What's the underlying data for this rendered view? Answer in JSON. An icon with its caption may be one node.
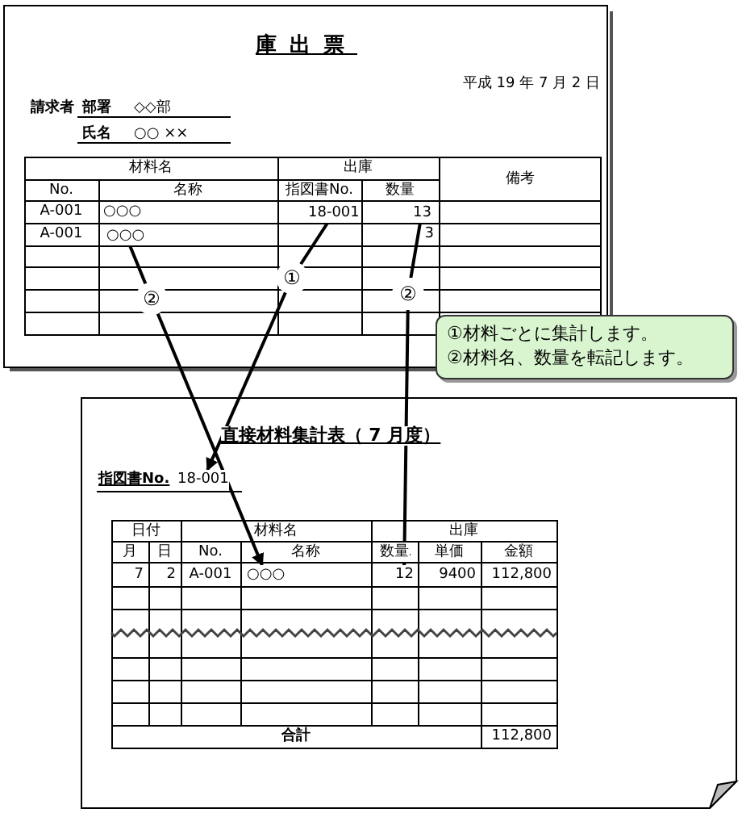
{
  "diagram": {
    "nodes": [
      {
        "text": [
          "○○○"
        ]
      },
      {
        "text": [
          "18-001"
        ]
      },
      {
        "text": [
          "13"
        ]
      },
      {
        "text": [
          "②"
        ]
      },
      {
        "text": [
          "①"
        ]
      },
      {
        "text": [
          "②"
        ]
      },
      {
        "text": [
          "①材料ごとに集計します。",
          "②材料名、数量を転記します。"
        ]
      },
      {
        "text": [
          "18-001"
        ]
      },
      {
        "text": [
          "○○○"
        ]
      },
      {
        "text": [
          "12"
        ]
      }
    ],
    "edges": [
      {
        "from": 0,
        "to": 3,
        "arrow": "none"
      },
      {
        "from": 1,
        "to": 4,
        "arrow": "none"
      },
      {
        "from": 2,
        "to": 5,
        "arrow": "none"
      },
      {
        "from": 3,
        "to": 8,
        "arrow": "to"
      },
      {
        "from": 4,
        "to": 7,
        "arrow": "to"
      },
      {
        "from": 5,
        "to": 9,
        "arrow": "to"
      }
    ],
    "labels": [
      "庫出票",
      "平成 19 年 7 月 2 日",
      "請求者",
      "部署",
      "◇◇部",
      "氏名",
      "○○ ××",
      "材料名",
      "出庫",
      "備考",
      "No.",
      "名称",
      "指図書No.",
      "数量",
      "A-001",
      "○○○",
      "A-001",
      "3",
      "直接材料集計表（ 7 月度）",
      "指図書No.",
      "日付",
      "材料名",
      "出庫",
      "月",
      "日",
      "No.",
      "名称",
      "数量",
      "単価",
      "金額",
      "7",
      "2",
      "A-001",
      "9400",
      "112,800",
      "合計",
      "112,800"
    ]
  }
}
